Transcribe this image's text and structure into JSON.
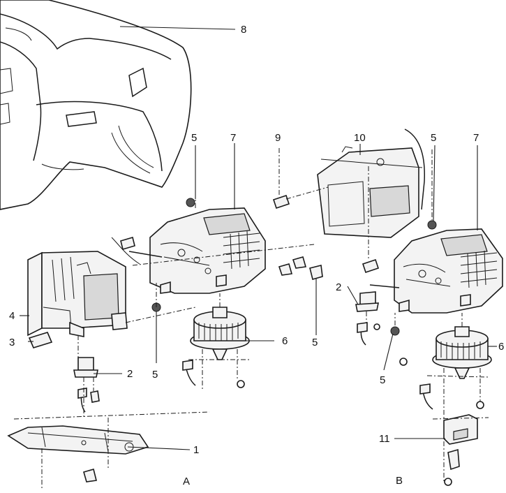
{
  "callouts": {
    "c1": "1",
    "c2a": "2",
    "c2b": "2",
    "c3": "3",
    "c4": "4",
    "c5a": "5",
    "c5b": "5",
    "c5c": "5",
    "c5d": "5",
    "c5e": "5",
    "c6a": "6",
    "c6b": "6",
    "c7a": "7",
    "c7b": "7",
    "c8": "8",
    "c9": "9",
    "c10": "10",
    "c11": "11"
  },
  "variants": {
    "a": "A",
    "b": "B"
  }
}
